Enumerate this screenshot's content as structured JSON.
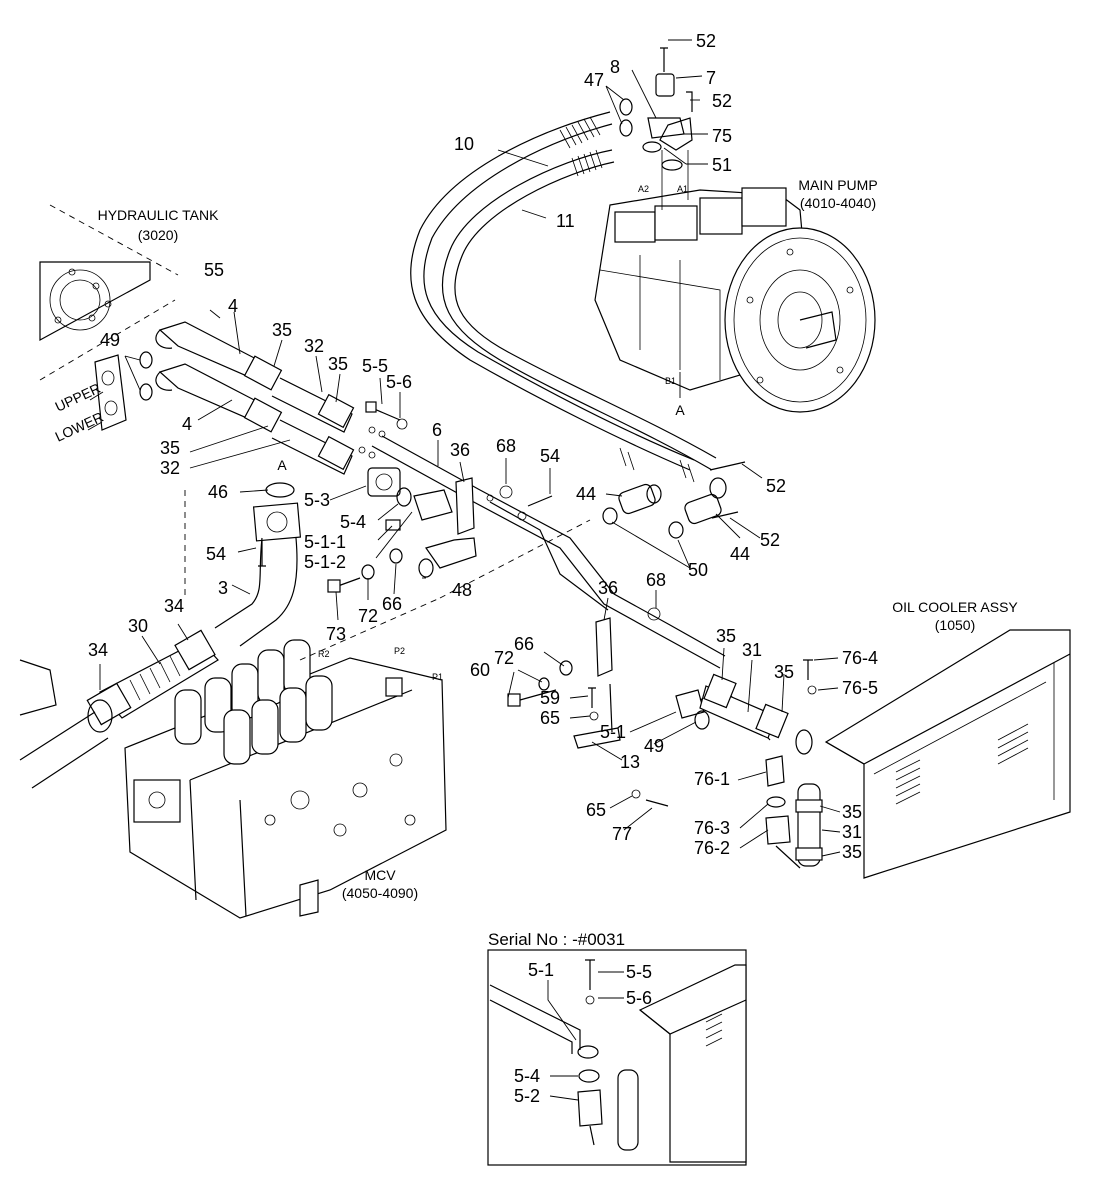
{
  "labels": {
    "hydraulic_tank": "HYDRAULIC TANK",
    "hydraulic_tank_code": "(3020)",
    "main_pump": "MAIN PUMP",
    "main_pump_code": "(4010-4040)",
    "oil_cooler": "OIL COOLER ASSY",
    "oil_cooler_code": "(1050)",
    "mcv": "MCV",
    "mcv_code": "(4050-4090)",
    "upper": "UPPER",
    "lower": "LOWER",
    "serial": "Serial No : -#0031",
    "port_a2": "A2",
    "port_a1": "A1",
    "port_b1": "B1",
    "port_r2": "R2",
    "port_p2": "P2",
    "port_p1": "P1",
    "ref_a_pump": "A",
    "ref_a_pipe": "A"
  },
  "callouts": [
    {
      "id": "c52a",
      "text": "52"
    },
    {
      "id": "c8",
      "text": "8"
    },
    {
      "id": "c47",
      "text": "47"
    },
    {
      "id": "c7",
      "text": "7"
    },
    {
      "id": "c52b",
      "text": "52"
    },
    {
      "id": "c75",
      "text": "75"
    },
    {
      "id": "c10",
      "text": "10"
    },
    {
      "id": "c51",
      "text": "51"
    },
    {
      "id": "c11",
      "text": "11"
    },
    {
      "id": "c55",
      "text": "55"
    },
    {
      "id": "c4a",
      "text": "4"
    },
    {
      "id": "c35a",
      "text": "35"
    },
    {
      "id": "c32a",
      "text": "32"
    },
    {
      "id": "c35b",
      "text": "35"
    },
    {
      "id": "c55b",
      "text": "5-5"
    },
    {
      "id": "c56",
      "text": "5-6"
    },
    {
      "id": "c49a",
      "text": "49"
    },
    {
      "id": "c4b",
      "text": "4"
    },
    {
      "id": "c35c",
      "text": "35"
    },
    {
      "id": "c32b",
      "text": "32"
    },
    {
      "id": "c6",
      "text": "6"
    },
    {
      "id": "c36a",
      "text": "36"
    },
    {
      "id": "c68a",
      "text": "68"
    },
    {
      "id": "c54a",
      "text": "54"
    },
    {
      "id": "c52c",
      "text": "52"
    },
    {
      "id": "c46",
      "text": "46"
    },
    {
      "id": "c53",
      "text": "5-3"
    },
    {
      "id": "c54b",
      "text": "5-4"
    },
    {
      "id": "c511",
      "text": "5-1-1"
    },
    {
      "id": "c512",
      "text": "5-1-2"
    },
    {
      "id": "c44a",
      "text": "44"
    },
    {
      "id": "c44b",
      "text": "44"
    },
    {
      "id": "c52d",
      "text": "52"
    },
    {
      "id": "c54c",
      "text": "54"
    },
    {
      "id": "c3",
      "text": "3"
    },
    {
      "id": "c50",
      "text": "50"
    },
    {
      "id": "c66a",
      "text": "66"
    },
    {
      "id": "c48",
      "text": "48"
    },
    {
      "id": "c72a",
      "text": "72"
    },
    {
      "id": "c73",
      "text": "73"
    },
    {
      "id": "c36b",
      "text": "36"
    },
    {
      "id": "c68b",
      "text": "68"
    },
    {
      "id": "c34a",
      "text": "34"
    },
    {
      "id": "c30",
      "text": "30"
    },
    {
      "id": "c34b",
      "text": "34"
    },
    {
      "id": "c66b",
      "text": "66"
    },
    {
      "id": "c72b",
      "text": "72"
    },
    {
      "id": "c60",
      "text": "60"
    },
    {
      "id": "c59",
      "text": "59"
    },
    {
      "id": "c65a",
      "text": "65"
    },
    {
      "id": "c51b",
      "text": "5-1"
    },
    {
      "id": "c49b",
      "text": "49"
    },
    {
      "id": "c13",
      "text": "13"
    },
    {
      "id": "c35d",
      "text": "35"
    },
    {
      "id": "c31a",
      "text": "31"
    },
    {
      "id": "c35e",
      "text": "35"
    },
    {
      "id": "c764",
      "text": "76-4"
    },
    {
      "id": "c765",
      "text": "76-5"
    },
    {
      "id": "c761",
      "text": "76-1"
    },
    {
      "id": "c65b",
      "text": "65"
    },
    {
      "id": "c77",
      "text": "77"
    },
    {
      "id": "c763",
      "text": "76-3"
    },
    {
      "id": "c762",
      "text": "76-2"
    },
    {
      "id": "c35f",
      "text": "35"
    },
    {
      "id": "c31b",
      "text": "31"
    },
    {
      "id": "c35g",
      "text": "35"
    },
    {
      "id": "i51",
      "text": "5-1"
    },
    {
      "id": "i55",
      "text": "5-5"
    },
    {
      "id": "i56",
      "text": "5-6"
    },
    {
      "id": "i54",
      "text": "5-4"
    },
    {
      "id": "i52",
      "text": "5-2"
    }
  ]
}
